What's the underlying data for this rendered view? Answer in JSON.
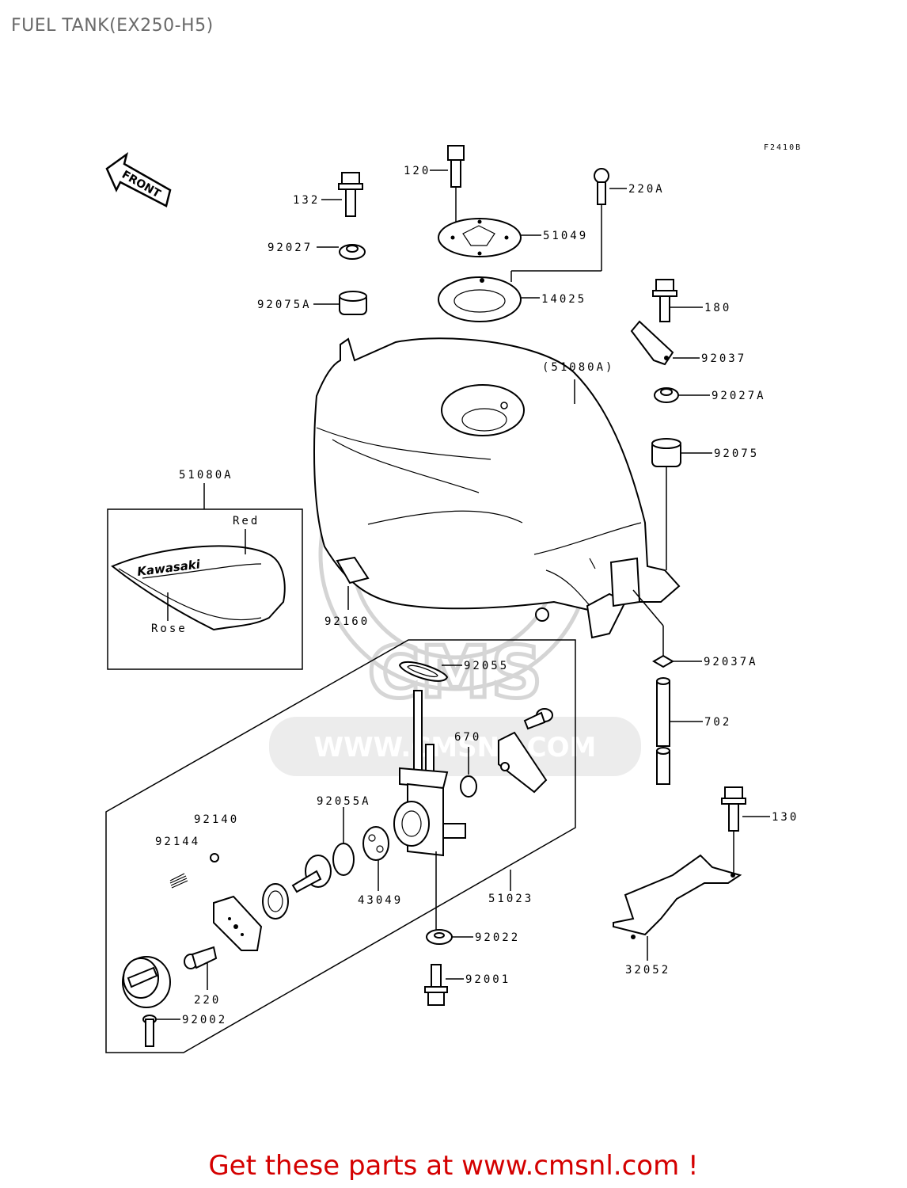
{
  "title": "FUEL TANK(EX250-H5)",
  "figure_code": "F2410B",
  "front_label": "FRONT",
  "callouts": {
    "p120": "120",
    "p132": "132",
    "p220A": "220A",
    "p51049": "51049",
    "p92027": "92027",
    "p92075A": "92075A",
    "p14025": "14025",
    "p180": "180",
    "p92037": "92037",
    "p51080A_paren": "(51080A)",
    "p92027A": "92027A",
    "p92075": "92075",
    "p51080A": "51080A",
    "p92160": "92160",
    "p92037A": "92037A",
    "p92055": "92055",
    "p670": "670",
    "p702": "702",
    "p92140": "92140",
    "p92144": "92144",
    "p92055A": "92055A",
    "p43049": "43049",
    "p51023": "51023",
    "p130": "130",
    "p92022": "92022",
    "p220": "220",
    "p92001": "92001",
    "p32052": "32052",
    "p92002": "92002"
  },
  "decal": {
    "brand": "Kawasaki",
    "color_top": "Red",
    "color_bottom": "Rose"
  },
  "watermark": "WWW.CMSNL.COM",
  "cta": "Get these parts at www.cmsnl.com !"
}
